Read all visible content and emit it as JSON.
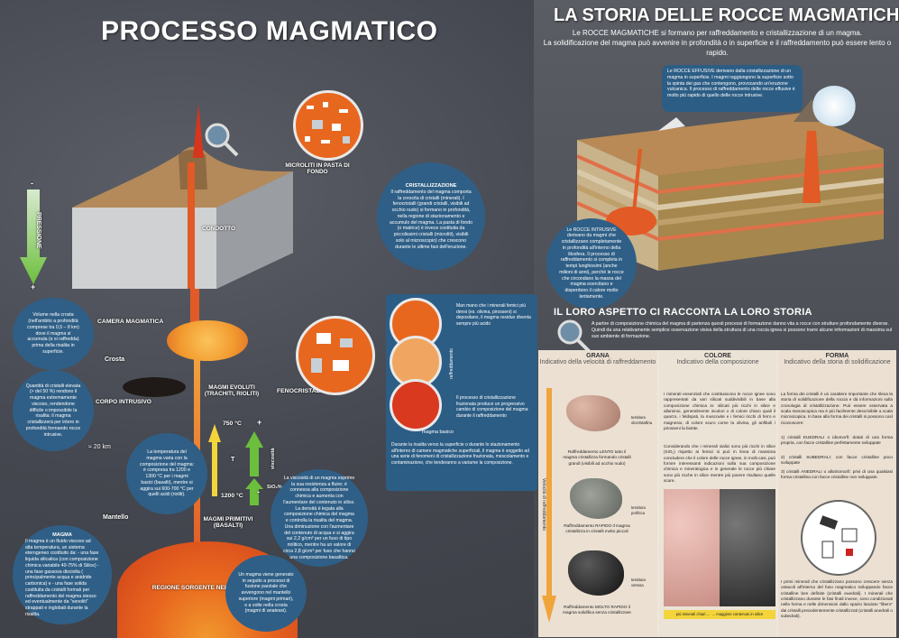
{
  "left": {
    "title": "PROCESSO MAGMATICO",
    "pressure_label": "PRESSIONE",
    "pressure_minus": "-",
    "pressure_plus": "+",
    "volume_text": "Volume nella crosta (nell'ambito a profondità comprese tra 0,5 – 8 km) dove il magma si accumula (e si raffredda) prima della risalita in superficie.",
    "crystals_text": "Quantità di cristalli elevata (> del 50 %) rendono il magma estremamente viscoso, rendendone difficile o impossibile la risalita: il magma cristallizzerà per intero in profondità formando rocce intrusive.",
    "temp_bubble": "La temperatura del magma varia con la composizione del magma: è compresa tra 1200 e 1300 °C per i magmi basici (basalti), mentre si aggira sui 600-700 °C per quelli acidi (rioliti).",
    "magma_title": "MAGMA",
    "magma_text": "Il magma è un fluido viscoso ad alta temperatura, un sistema eterogeneo costituito da: - una fase liquida silicatica (con composizione chimica variabile 40-75% di Silice) - una fase gassosa disciolta ( principalmente acqua e anidride carbonica) e - una fase solida costituita da cristalli formati per raffreddamento del magma stesso ed eventualmente da \"xenoliti\" strappati e inglobati durante la risalita.",
    "microliti_label": "MICROLITI IN PASTA DI FONDO",
    "condotto_label": "CONDOTTO",
    "camera_label": "CAMERA MAGMATICA",
    "crosta_label": "Crosta",
    "corpo_label": "CORPO INTRUSIVO",
    "depth_label": "≈ 20 km",
    "mantello_label": "Mantello",
    "evoluti_label": "MAGMI EVOLUTI (TRACHITI, RIOLITI)",
    "fenocristalli_label": "FENOCRISTALLI",
    "primitivi_label": "MAGMI PRIMITIVI (BASALTI)",
    "sorgente_label": "REGIONE SORGENTE NEL MANTELLO",
    "cristallizzazione_title": "CRISTALLIZZAZIONE",
    "cristallizzazione_text": "Il raffreddamento del magma comporta la crescita di cristalli (minerali). I fenocristalli (grandi cristalli, visibili ad occhio nudo) si formano in profondità, nella regione di stazionamento e accumulo del magma. La pasta di fondo (o matrice) è invece costituita da piccolissimi cristalli (microliti), visibili solo al microscopio) che crescono durante le ultime fasi dell'eruzione.",
    "fraction_text": "Man mano che i minerali femici più densi (es. olivina, pirosseni) si depositano, il magma residuo diventa sempre più acido",
    "fraction_text2": "Il processo di cristallizzazione frazionata produce un progressivo cambio di composizione del magma durante il raffreddamento",
    "magma_basico": "magma basico",
    "raffreddamento": "raffreddamento",
    "risalita_text": "Durante la risalita verso la superficie o durante lo stazionamento all'interno di camere magmatiche superficiali, il magma è soggetto ad una serie di fenomeni di cristallizzazione frazionata, mescolamento e contaminazione, che tenderanno a variarne la composizione.",
    "viscosita_text": "La viscosità di un magma esprime la sua resistenza a fluire; è connessa alla composizione chimica e aumenta con l'aumentare del contenuto in silice. La densità è legata alla composizione chimica del magma e controlla la risalita del magma. Una diminuzione con l'aumentare del contenuto di acqua e si aggira sui 2,2 g/cm³ per un fuso di tipo riolitico, mentre ha un valore di circa 2,8 g/cm³ per fuso che hanno una composizione basaltica.",
    "generazione_text": "Un magma viene generato in seguito a processi di fusione parziale che avvengono nel mantello superiore (magmi primari), e a volte nella crosta (magmi di anatessi).",
    "temp_high": "750 °C",
    "temp_low": "1200 °C",
    "temp_T": "T",
    "viscosita_label": "viscosità",
    "sio2_label": "SiO₂%",
    "plus": "+",
    "minus": "-"
  },
  "right": {
    "title": "LA STORIA DELLE ROCCE MAGMATICHE",
    "intro_1": "Le ROCCE MAGMATICHE si formano per raffreddamento e cristallizzazione di un magma.",
    "intro_2": "La solidificazione del magma può avvenire in profondità o in superficie e il raffreddamento può essere lento o rapido.",
    "effusive_text": "Le ROCCE EFFUSIVE derivano dalla cristallizzazione di un magma in superficie. I magmi raggiungono la superficie sotto la spinta dei gas che contengono, provocando un'eruzione vulcanica. Il processo di raffreddamento delle rocce effusive è molto più rapido di quello delle rocce intrusive.",
    "intrusive_text": "Le ROCCE INTRUSIVE derivano da magmi che cristallizzano completamente in profondità all'interno della litosfera. Il processo di raffreddamento si completa in tempi lunghissimi (anche milioni di anni), perché le rocce che circondano la massa del magma esercitano e disperdono il calore molto lentamente.",
    "section2_title": "IL LORO ASPETTO CI RACCONTA LA LORO STORIA",
    "section2_text": "A partire di composizione chimica del magma di partenza questi processi di formazione danno vita a rocce con strutture profondamente diverse. Quindi da una relativamente semplice osservazione visiva della struttura di una roccia ignea si possono trarre alcune informazioni di massima sul suo ambiente di formazione.",
    "grana_title": "GRANA",
    "grana_sub": "Indicativo della velocità di raffreddamento",
    "colore_title": "COLORE",
    "colore_sub": "Indicativo della composizione",
    "forma_title": "FORMA",
    "forma_sub": "Indicativo della storia di solidificazione",
    "velocita_label": "Velocità di raffreddamento",
    "rock1": "Raffreddamento LENTO tutto il magma cristallizza formando cristalli grandi (visibili ad occhio nudo)",
    "rock2": "Raffreddamento RAPIDO Il magma cristallizza in cristalli molto piccoli",
    "rock3": "Raffreddamento MOLTO RAPIDO il magma solidifica senza cristallizzare",
    "tessitura1": "tessitura olocristallina",
    "tessitura2": "tessitura porfirica",
    "tessitura3": "tessitura vetrosa",
    "colore_text1": "I minerali essenziali che costituiscono le rocce ignee sono rappresentati da vari silicati suddivisibili in base alla composizione chimica in: silicati più ricchi in silice e alluminio, generalmente incolori o di colore chiaro quali il quarzo, i feldspati, la muscovite e i femici ricchi di ferro e magnesio, di colore scuro come la olivina, gli anfiboli i pirosseni la biotite.",
    "colore_text2": "Considerando che i minerali sialici sono più ricchi in silice (SiO₂) rispetto ai femici si può in linea di massima concludere che il colore delle rocce ignee, in molti casi, può fornire interessanti indicazioni sulla sua composizione chimica e mineralogica e in generale le rocce più chiare sono più ricche in silice mentre più povere risultano quelle scure.",
    "colore_scale": "più minerali chiari ← → maggiore contenuto in silice",
    "forma_text1": "La forma dei cristalli è un carattere importante che rileva la storia di solidificazione della roccia e dà informazioni sulla cronologia di cristallizzazione. Può essere osservata a scala mesoscopica ma è più facilmente descrivibile a scala microscopica. In base alla forma dei cristalli si possono così riconoscere:",
    "forma_text2": "1) cristalli EUEDRALI o idiomorfi: dotati di una forma propria, con facce cristalline perfettamente sviluppate",
    "forma_text3": "2) cristalli SUBEDRALI: con facce cristalline poco sviluppate",
    "forma_text4": "3) cristalli ANEDRALI o allotriomorfi: privi di una qualsiasi forma cristallina con facce cristalline non sviluppate.",
    "forma_text5": "I primi minerali che cristallizzano possono crescere senza ostacoli all'interno del fuso magmatico sviluppando facce cristalline ben definite (cristalli euedrali). I minerali che cristallizzano durante le fasi finali invece, sono condizionati nella forma e nelle dimensioni dallo spazio lasciato \"libero\" dai cristalli precedentemente cristallizzati (cristalli anedrali o subedrali)."
  },
  "colors": {
    "bubble": "#2f5f86",
    "magma": "#e8671f",
    "panel": "#efe6db",
    "arrow_green": "#6cbf3c",
    "arrow_yellow": "#f3d43b"
  }
}
